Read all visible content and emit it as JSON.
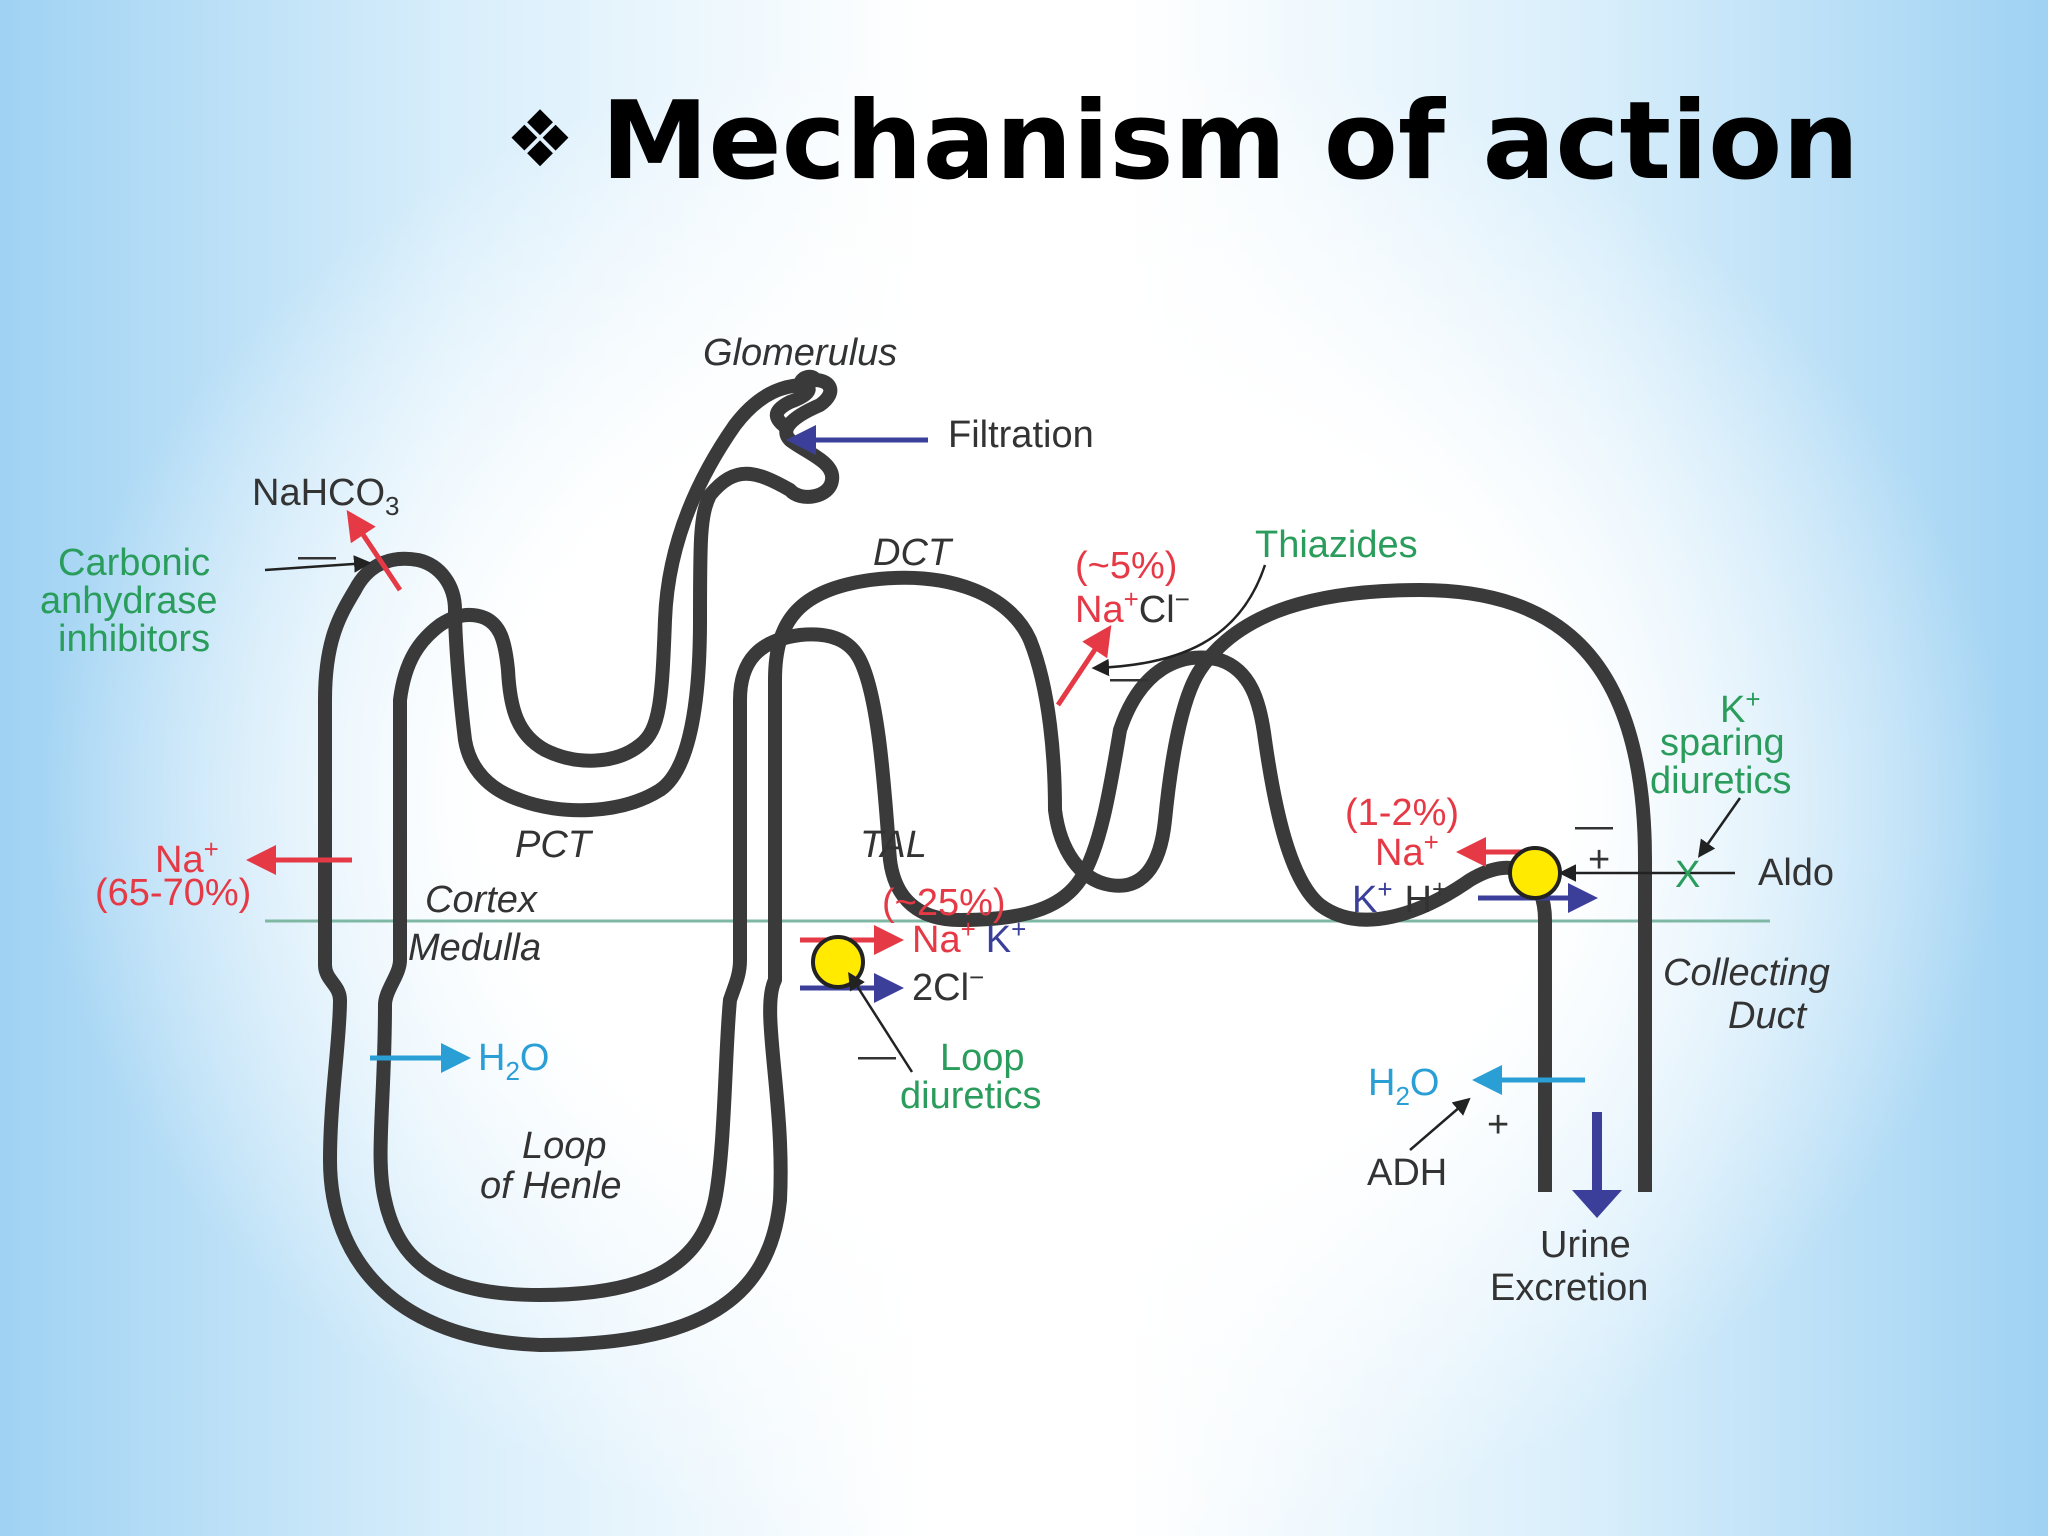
{
  "title": {
    "text": "Mechanism of action",
    "bullet": "❖"
  },
  "colors": {
    "tubule": "#3a3a3a",
    "red": "#e63946",
    "green": "#2a9d5c",
    "blue": "#3b3f9a",
    "cyan": "#2a9fd6",
    "pump": "#ffea00",
    "divider": "#7fb9a6"
  },
  "labels": {
    "glomerulus": "Glomerulus",
    "filtration": "Filtration",
    "nahco3_main": "NaHCO",
    "nahco3_sub": "3",
    "carbonic_1": "Carbonic",
    "carbonic_2": "anhydrase",
    "carbonic_3": "inhibitors",
    "minus": "—",
    "plus": "+",
    "dct": "DCT",
    "pct": "PCT",
    "tal": "TAL",
    "cortex": "Cortex",
    "medulla": "Medulla",
    "loop_1": "Loop",
    "loop_2": "of Henle",
    "thiazides": "Thiazides",
    "pct_5": "(~5%)",
    "na": "Na",
    "sup_plus": "+",
    "cl": "Cl",
    "sup_minus": "−",
    "na_pct": "(65-70%)",
    "h2o_h": "H",
    "h2o_2": "2",
    "h2o_o": "O",
    "pct_25": "(~25%)",
    "k": "K",
    "two_cl": "2Cl",
    "loop_diuretics_1": "Loop",
    "loop_diuretics_2": "diuretics",
    "ksparing_k": "K",
    "ksparing_2": "sparing",
    "ksparing_3": "diuretics",
    "pct_12": "(1-2%)",
    "aldo": "Aldo",
    "kh_k": "K",
    "kh_h": "H",
    "collecting_1": "Collecting",
    "collecting_2": "Duct",
    "adh": "ADH",
    "urine_1": "Urine",
    "urine_2": "Excretion",
    "x_mark": "X"
  }
}
